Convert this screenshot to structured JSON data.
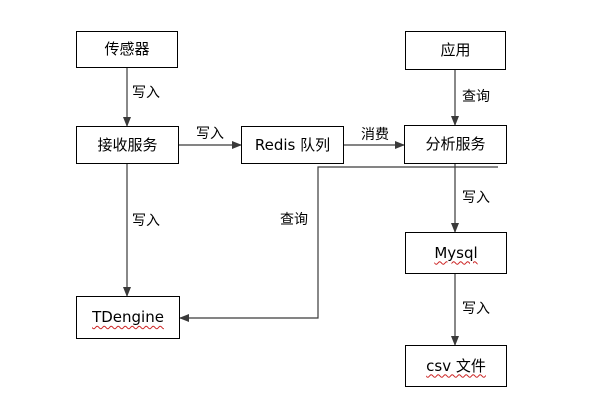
{
  "nodes": {
    "sensor": "传感器",
    "receive_service": "接收服务",
    "redis_queue": "Redis 队列",
    "analysis_service": "分析服务",
    "application": "应用",
    "mysql": "Mysql",
    "csv_file": "csv 文件",
    "tdengine": "TDengine"
  },
  "edges": {
    "sensor_to_receive": "写入",
    "receive_to_redis": "写入",
    "redis_to_analysis": "消费",
    "application_to_analysis": "查询",
    "analysis_to_mysql": "写入",
    "receive_to_tdengine": "写入",
    "analysis_to_tdengine": "查询",
    "mysql_to_csv": "写入"
  },
  "colors": {
    "line": "#3a3a3a",
    "spellcheck_underline": "#cc2222"
  }
}
